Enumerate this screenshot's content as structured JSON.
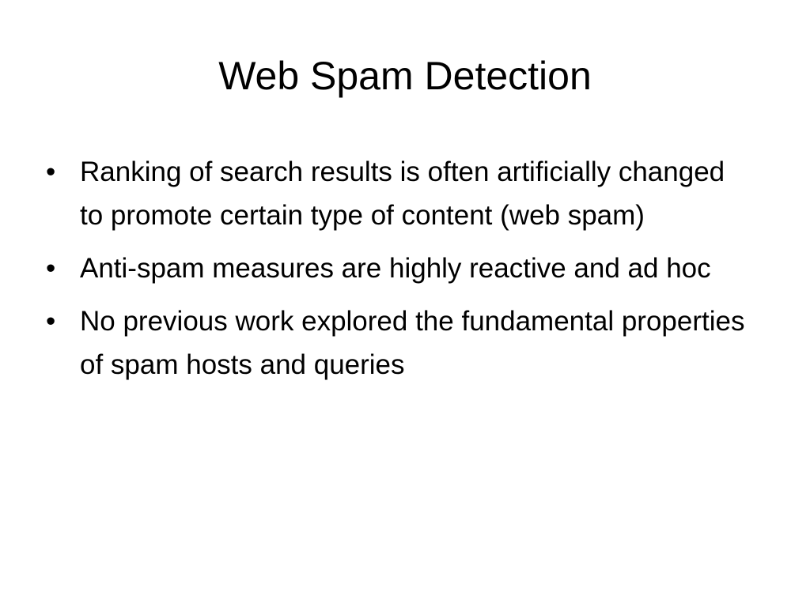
{
  "slide": {
    "title": "Web Spam Detection",
    "bullets": [
      {
        "marker": "•",
        "text": "Ranking of search results is often artificially changed to promote certain type of content (web spam)"
      },
      {
        "marker": "•",
        "text": "Anti-spam measures are highly reactive and ad hoc"
      },
      {
        "marker": "•",
        "text": "No previous work explored the fundamental properties of spam hosts and queries"
      }
    ]
  },
  "colors": {
    "background": "#ffffff",
    "text": "#000000"
  }
}
